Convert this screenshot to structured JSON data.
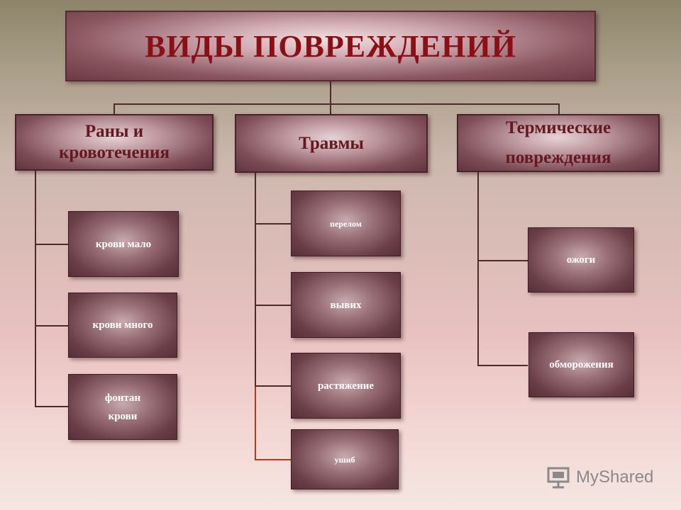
{
  "title": "ВИДЫ ПОВРЕЖДЕНИЙ",
  "categories": [
    {
      "label_lines": [
        "Раны и",
        "кровотечения"
      ],
      "items": [
        {
          "lines": [
            "крови мало"
          ]
        },
        {
          "lines": [
            "крови много"
          ]
        },
        {
          "lines": [
            "фонтан",
            "крови"
          ]
        }
      ]
    },
    {
      "label_lines": [
        "Травмы"
      ],
      "items": [
        {
          "lines": [
            "перелом"
          ]
        },
        {
          "lines": [
            "вывих"
          ]
        },
        {
          "lines": [
            "растяжение"
          ]
        },
        {
          "lines": [
            "ушиб"
          ]
        }
      ]
    },
    {
      "label_lines": [
        "Термические",
        "повреждения"
      ],
      "items": [
        {
          "lines": [
            "ожоги"
          ]
        },
        {
          "lines": [
            "обморожения"
          ]
        }
      ]
    }
  ],
  "watermark": "MyShared",
  "colors": {
    "title_text": "#8b0f14",
    "category_text": "#641820",
    "leaf_text": "#ffffff",
    "connector": "#4e2a2a",
    "connector_highlight": "#b03a1a"
  }
}
